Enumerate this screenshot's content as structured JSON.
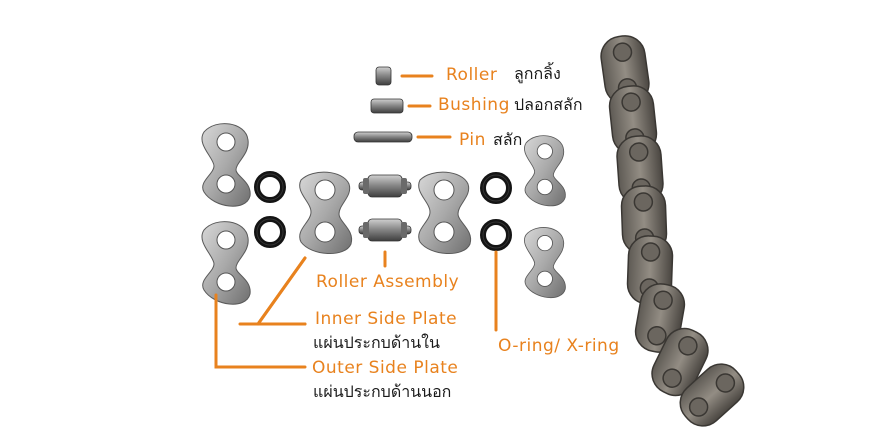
{
  "labels": {
    "roller": {
      "en": "Roller",
      "th": "ลูกกลิ้ง"
    },
    "bushing": {
      "en": "Bushing",
      "th": "ปลอกสลัก"
    },
    "pin": {
      "en": "Pin",
      "th": "สลัก"
    },
    "roller_assembly": {
      "en": "Roller Assembly"
    },
    "inner_side_plate": {
      "en": "Inner Side Plate",
      "th": "แผ่นประกบด้านใน"
    },
    "outer_side_plate": {
      "en": "Outer Side Plate",
      "th": "แผ่นประกบด้านนอก"
    },
    "o_ring": {
      "en": "O-ring/ X-ring"
    }
  },
  "colors": {
    "accent": "#e8821e",
    "thai_text": "#1a1a1a",
    "metal": "#9a9a9a",
    "ring": "#141414",
    "chain": "#7d7870"
  }
}
